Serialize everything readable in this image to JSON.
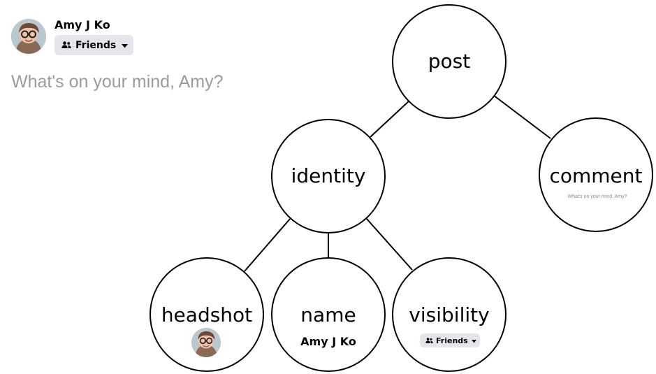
{
  "post_header": {
    "author_name": "Amy J Ko",
    "visibility_label": "Friends",
    "prompt_placeholder": "What's on your mind, Amy?"
  },
  "tree": {
    "root": {
      "label": "post"
    },
    "identity": {
      "label": "identity"
    },
    "comment": {
      "label": "comment",
      "sample_text": "What's on your mind, Amy?"
    },
    "headshot": {
      "label": "headshot"
    },
    "name": {
      "label": "name",
      "sample_text": "Amy J Ko"
    },
    "visibility": {
      "label": "visibility",
      "sample_text": "Friends"
    }
  },
  "icons": {
    "friends": "people-icon",
    "dropdown": "caret-down-icon",
    "avatar": "headshot-photo"
  }
}
